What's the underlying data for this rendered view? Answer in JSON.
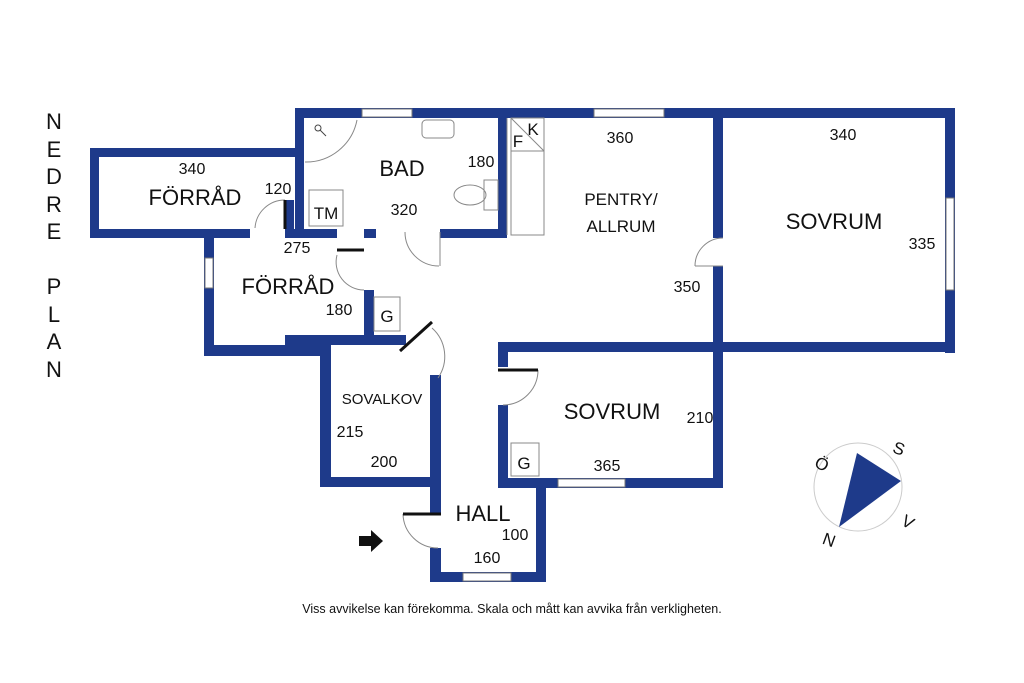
{
  "side_title": "NEDRE PLAN",
  "footer": "Viss avvikelse kan förekomma. Skala och mått kan avvika från verkligheten.",
  "colors": {
    "wall": "#1e3a8a",
    "door": "#6b7280",
    "compass": "#1e3a8a"
  },
  "rooms": {
    "forrad_top": {
      "name": "FÖRRÅD",
      "dims": [
        "340",
        "120"
      ]
    },
    "bad": {
      "name": "BAD",
      "dims": [
        "180",
        "320"
      ],
      "fixture": "TM"
    },
    "pentry": {
      "name": "PENTRY/",
      "name2": "ALLRUM",
      "dims": [
        "360",
        "350"
      ],
      "fixtures": [
        "F",
        "K"
      ]
    },
    "sovrum_east": {
      "name": "SOVRUM",
      "dims": [
        "340",
        "335"
      ]
    },
    "forrad_mid": {
      "name": "FÖRRÅD",
      "dims": [
        "275",
        "180"
      ]
    },
    "closet": {
      "fixture": "G"
    },
    "sovalkov": {
      "name": "SOVALKOV",
      "dims": [
        "215",
        "200"
      ]
    },
    "sovrum_south": {
      "name": "SOVRUM",
      "dims": [
        "210",
        "365"
      ],
      "fixture": "G"
    },
    "hall": {
      "name": "HALL",
      "dims": [
        "100",
        "160"
      ]
    }
  },
  "compass": {
    "n": "N",
    "s": "S",
    "o": "Ö",
    "v": "V"
  },
  "entrance_icon": "arrow-right-icon"
}
